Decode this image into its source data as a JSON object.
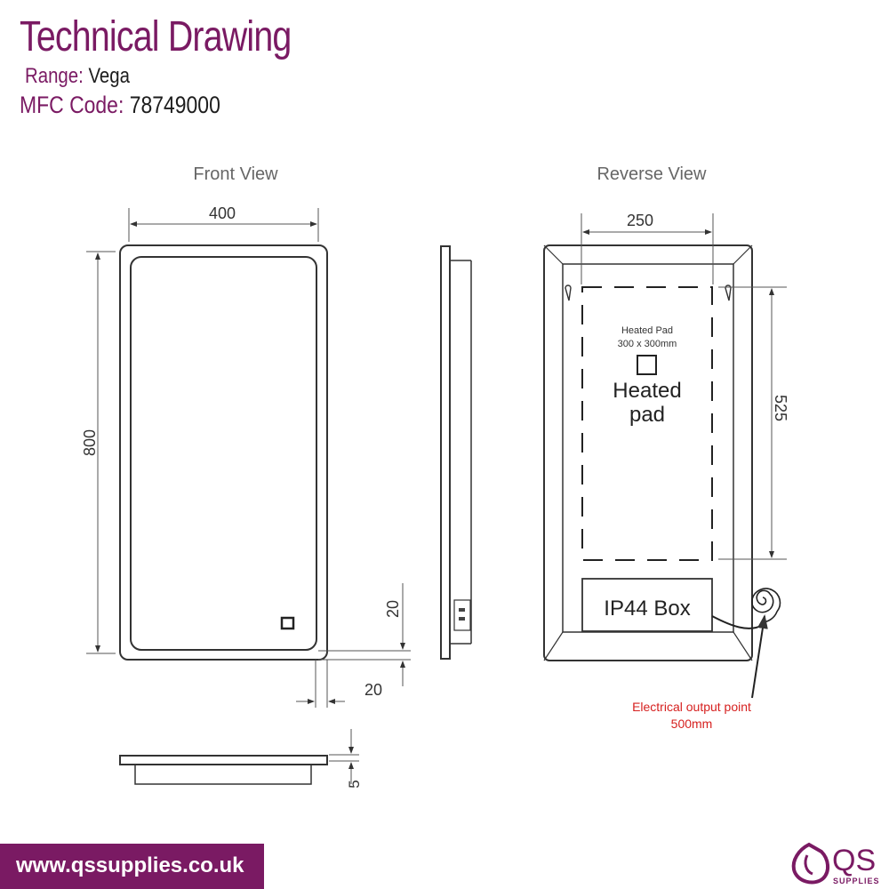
{
  "header": {
    "title": "Technical Drawing",
    "range_label": "Range:",
    "range_value": "Vega",
    "mfc_label": "MFC Code:",
    "mfc_value": "78749000"
  },
  "front_view": {
    "heading": "Front View",
    "width_dim": "400",
    "height_dim": "800",
    "side_dim_top": "20",
    "side_dim_bottom": "20",
    "depth_dim": "5"
  },
  "reverse_view": {
    "heading": "Reverse View",
    "width_dim": "250",
    "height_dim": "525",
    "pad_title": "Heated Pad",
    "pad_size": "300 x 300mm",
    "pad_label_line1": "Heated",
    "pad_label_line2": "pad",
    "box_label": "IP44 Box",
    "output_line1": "Electrical output point",
    "output_line2": "500mm"
  },
  "footer": {
    "website": "www.qssupplies.co.uk",
    "logo_text": "QS",
    "logo_sub": "SUPPLIES"
  },
  "colors": {
    "brand": "#7a1a63",
    "line": "#333333",
    "annotation_red": "#d6201f"
  }
}
